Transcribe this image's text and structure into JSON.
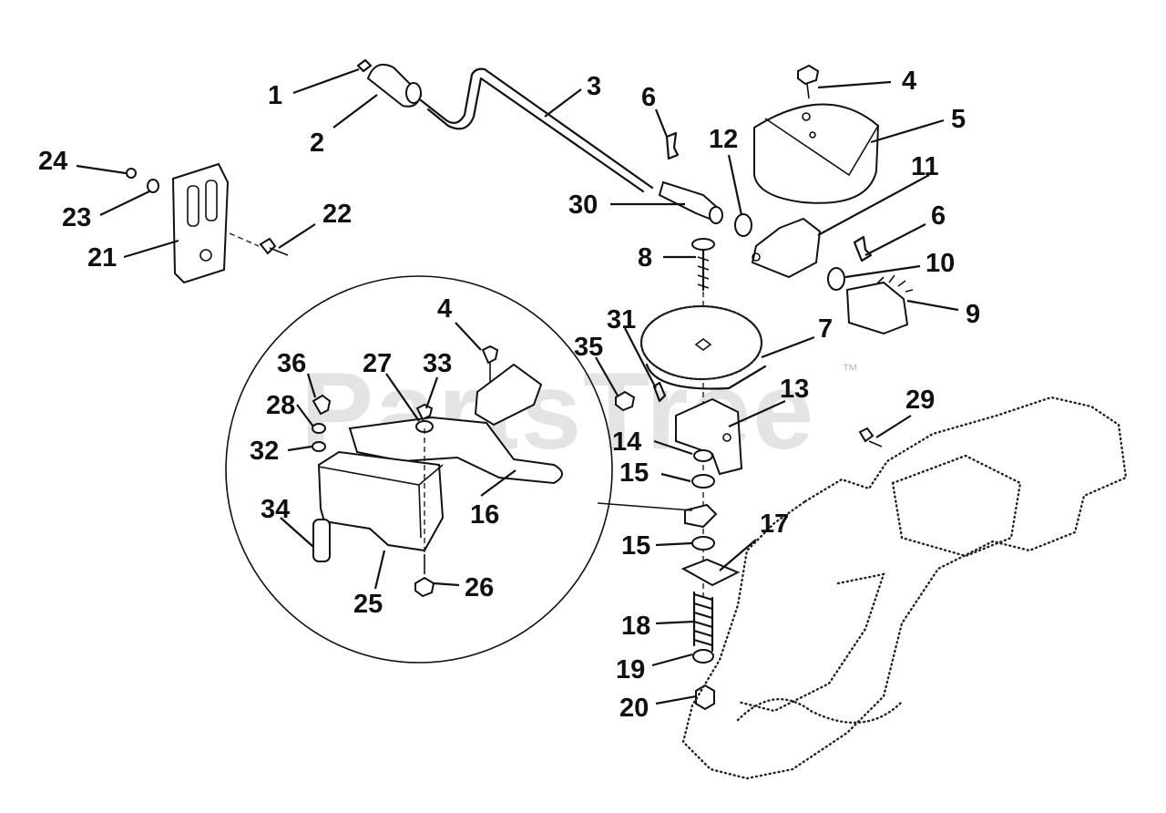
{
  "watermark": {
    "brand": "PartsTree",
    "mark": "™"
  },
  "callouts": [
    {
      "id": "c1",
      "text": "1"
    },
    {
      "id": "c2",
      "text": "2"
    },
    {
      "id": "c3",
      "text": "3"
    },
    {
      "id": "c4a",
      "text": "4"
    },
    {
      "id": "c5",
      "text": "5"
    },
    {
      "id": "c6a",
      "text": "6"
    },
    {
      "id": "c12",
      "text": "12"
    },
    {
      "id": "c11",
      "text": "11"
    },
    {
      "id": "c6b",
      "text": "6"
    },
    {
      "id": "c24",
      "text": "24"
    },
    {
      "id": "c23",
      "text": "23"
    },
    {
      "id": "c22",
      "text": "22"
    },
    {
      "id": "c21",
      "text": "21"
    },
    {
      "id": "c30",
      "text": "30"
    },
    {
      "id": "c8",
      "text": "8"
    },
    {
      "id": "c10",
      "text": "10"
    },
    {
      "id": "c9",
      "text": "9"
    },
    {
      "id": "c4b",
      "text": "4"
    },
    {
      "id": "c31",
      "text": "31"
    },
    {
      "id": "c7",
      "text": "7"
    },
    {
      "id": "c35",
      "text": "35"
    },
    {
      "id": "c36",
      "text": "36"
    },
    {
      "id": "c27",
      "text": "27"
    },
    {
      "id": "c33",
      "text": "33"
    },
    {
      "id": "c13",
      "text": "13"
    },
    {
      "id": "c29",
      "text": "29"
    },
    {
      "id": "c28",
      "text": "28"
    },
    {
      "id": "c14",
      "text": "14"
    },
    {
      "id": "c32",
      "text": "32"
    },
    {
      "id": "c15a",
      "text": "15"
    },
    {
      "id": "c16",
      "text": "16"
    },
    {
      "id": "c34",
      "text": "34"
    },
    {
      "id": "c17",
      "text": "17"
    },
    {
      "id": "c15b",
      "text": "15"
    },
    {
      "id": "c26",
      "text": "26"
    },
    {
      "id": "c25",
      "text": "25"
    },
    {
      "id": "c18",
      "text": "18"
    },
    {
      "id": "c19",
      "text": "19"
    },
    {
      "id": "c20",
      "text": "20"
    }
  ]
}
